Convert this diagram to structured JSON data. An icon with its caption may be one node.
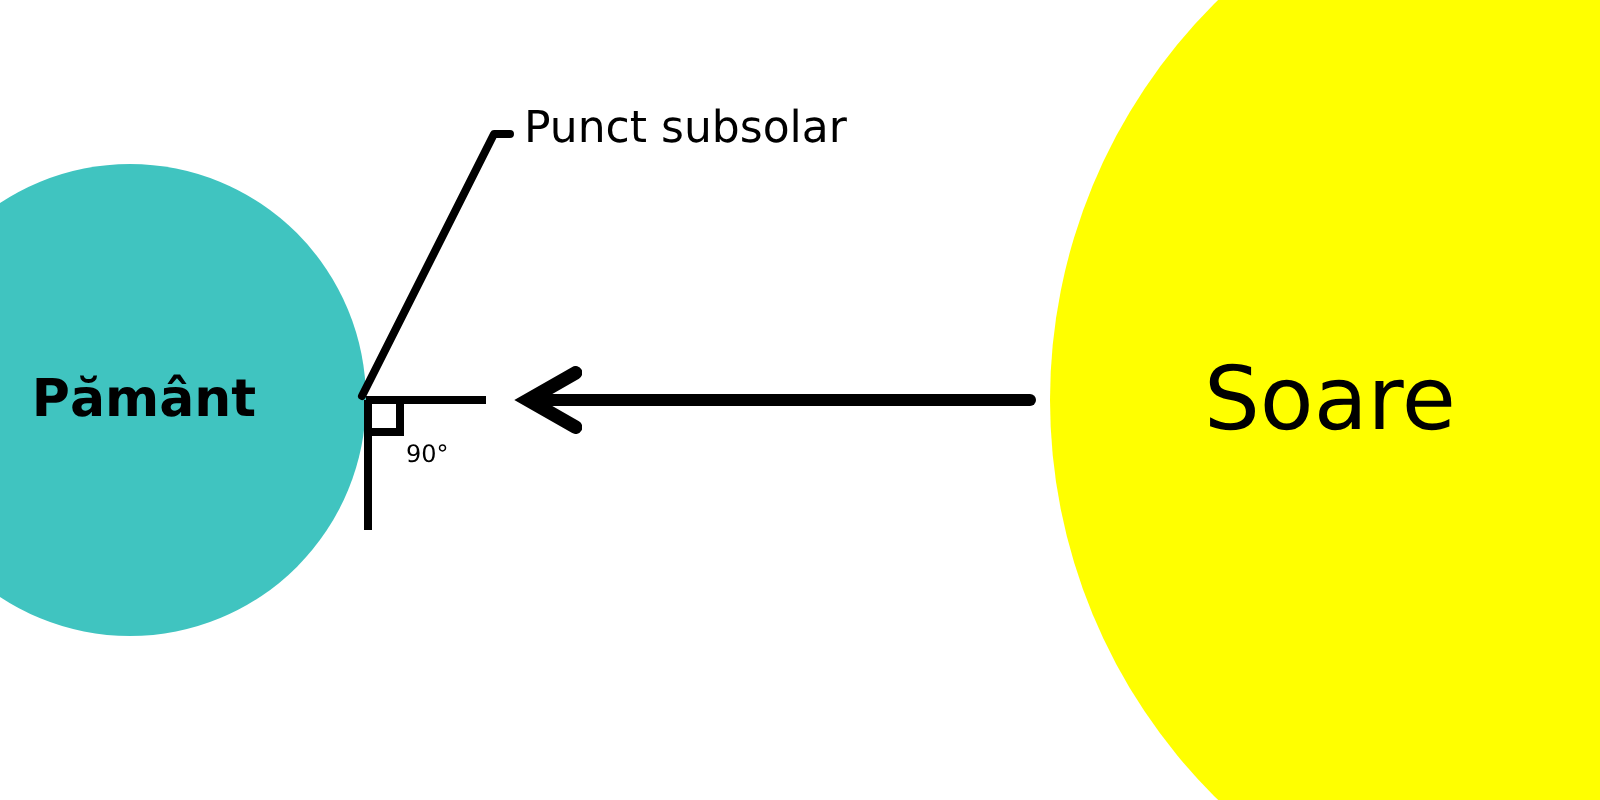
{
  "diagram": {
    "nodes": [
      {
        "text": [
          "Pământ"
        ]
      },
      {
        "text": [
          "Soare"
        ]
      },
      {
        "text": [
          "Punct subsolar"
        ]
      }
    ],
    "edges": [
      {
        "from": 1,
        "to": 0,
        "arrow": "to"
      },
      {
        "from": 2,
        "to": 0,
        "arrow": "none"
      }
    ],
    "labels": [
      "90°"
    ]
  }
}
